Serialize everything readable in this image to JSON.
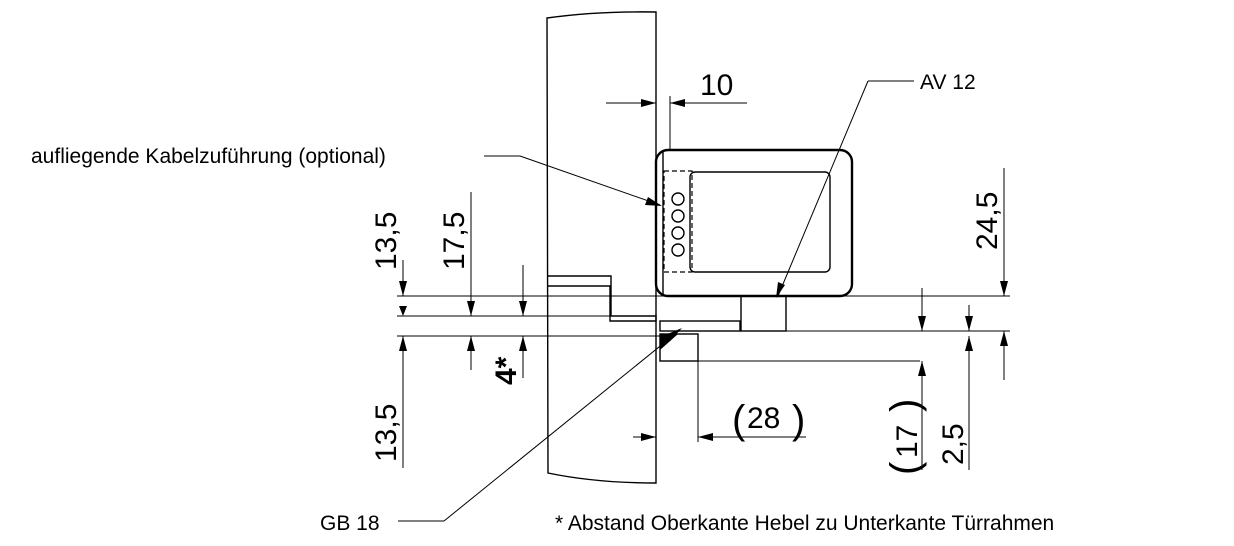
{
  "labels": {
    "cable_feed": "aufliegende Kabelzuführung (optional)",
    "actuator": "AV 12",
    "housing": "GB 18",
    "footnote": "* Abstand Oberkante Hebel zu Unterkante Türrahmen"
  },
  "dimensions": {
    "top_gap": "10",
    "offset_28": "28",
    "upper_left": "13,5",
    "lower_left": "13,5",
    "mid_left": "17,5",
    "lever": "4*",
    "right_height": "24,5",
    "right_17": "17",
    "right_small": "2,5"
  },
  "parentheses": {
    "open": "(",
    "close": ")"
  }
}
